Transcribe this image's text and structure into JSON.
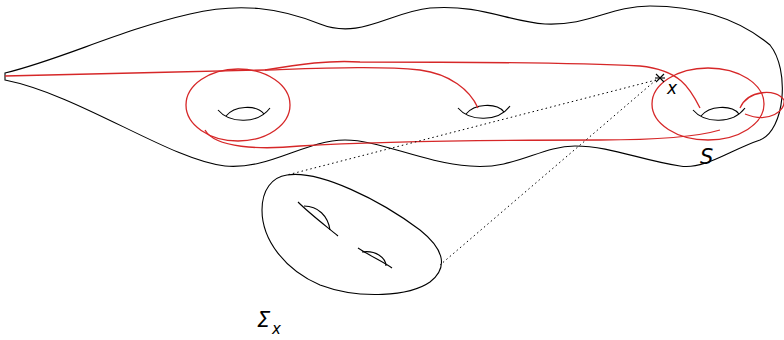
{
  "diagram": {
    "labels": [
      "x",
      "S",
      "Σ",
      "x"
    ]
  }
}
